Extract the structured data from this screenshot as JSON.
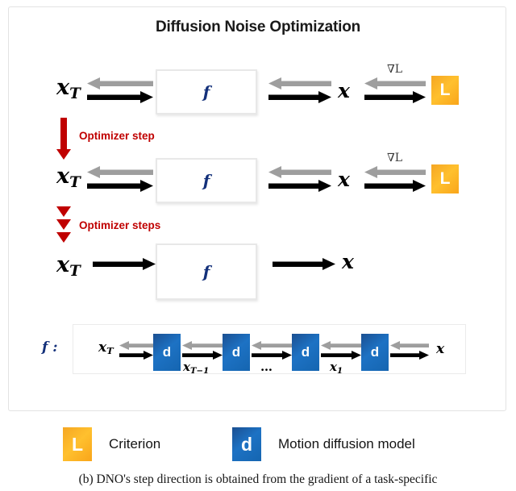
{
  "figure": {
    "title": "Diffusion Noise Optimization",
    "caption": "(b) DNO's step direction is obtained from the gradient of a task-specific"
  },
  "colors": {
    "criterion_orange": "#f9a51a",
    "diffusion_blue": "#1d72c4",
    "optimizer_red": "#c00000",
    "function_navy": "#13307a",
    "forward_arrow": "#000000",
    "gradient_arrow": "#9e9e9e",
    "frame_border": "#e3e3e3"
  },
  "rows": [
    {
      "id": "row-1",
      "input_label": "x",
      "input_sub": "T",
      "function_label": "f",
      "output_label": "x",
      "gradient_label": "∇L",
      "criterion_label": "L",
      "has_backward": true,
      "has_criterion": true
    },
    {
      "id": "row-2",
      "input_label": "x",
      "input_sub": "T",
      "function_label": "f",
      "output_label": "x",
      "gradient_label": "∇L",
      "criterion_label": "L",
      "has_backward": true,
      "has_criterion": true
    },
    {
      "id": "row-3",
      "input_label": "x",
      "input_sub": "T",
      "function_label": "f",
      "output_label": "x",
      "gradient_label": "",
      "criterion_label": "",
      "has_backward": false,
      "has_criterion": false
    }
  ],
  "optimizer_steps": [
    {
      "id": "optimizer-step-single",
      "label": "Optimizer step",
      "style": "single-arrow"
    },
    {
      "id": "optimizer-step-multi",
      "label": "Optimizer steps",
      "style": "triple-chevron"
    }
  ],
  "expansion": {
    "prefix_label": "f :",
    "input_label": "x",
    "input_sub": "T",
    "output_label": "x",
    "blocks": [
      {
        "label": "d"
      },
      {
        "label": "d"
      },
      {
        "label": "d"
      },
      {
        "label": "d"
      }
    ],
    "between_labels": [
      {
        "base": "x",
        "sub": "T−1"
      },
      {
        "base": "…",
        "sub": ""
      },
      {
        "base": "x",
        "sub": "1"
      }
    ]
  },
  "legend": [
    {
      "id": "legend-criterion",
      "chip": "L",
      "chip_type": "criterion",
      "text": "Criterion"
    },
    {
      "id": "legend-diffusion",
      "chip": "d",
      "chip_type": "diffusion",
      "text": "Motion diffusion model"
    }
  ]
}
